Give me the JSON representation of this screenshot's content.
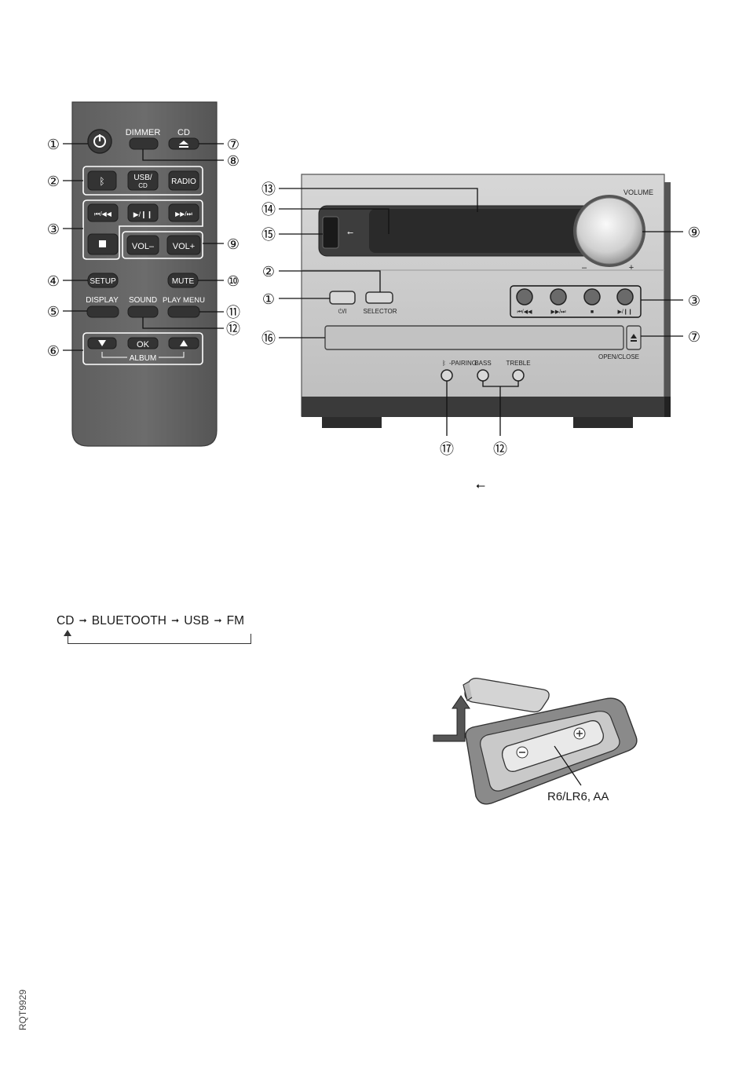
{
  "remote": {
    "buttons": {
      "dimmer": "DIMMER",
      "cd": "CD",
      "usb_cd_line1": "USB/",
      "usb_cd_line2": "CD",
      "radio": "RADIO",
      "vol_minus": "VOL–",
      "vol_plus": "VOL+",
      "setup": "SETUP",
      "mute": "MUTE",
      "display": "DISPLAY",
      "sound": "SOUND",
      "play_menu": "PLAY MENU",
      "ok": "OK",
      "album": "ALBUM"
    },
    "callouts": {
      "c1": "①",
      "c2": "②",
      "c3": "③",
      "c4": "④",
      "c5": "⑤",
      "c6": "⑥",
      "c7": "⑦",
      "c8": "⑧",
      "c9": "⑨",
      "c10": "⑩",
      "c11": "⑪",
      "c12": "⑫"
    }
  },
  "unit": {
    "labels": {
      "volume": "VOLUME",
      "minus": "–",
      "plus": "+",
      "power": "⏻/I",
      "selector": "SELECTOR",
      "skip_back": "⏮/◀◀",
      "skip_fwd": "▶▶/⏭",
      "stop": "■",
      "play_pause": "▶/❙❙",
      "open_close": "OPEN/CLOSE",
      "pairing": "-PAIRING",
      "bass": "BASS",
      "treble": "TREBLE"
    },
    "callouts": {
      "c13": "⑬",
      "c14": "⑭",
      "c15": "⑮",
      "c9": "⑨",
      "c2": "②",
      "c1": "①",
      "c3": "③",
      "c16": "⑯",
      "c7": "⑦",
      "c17": "⑰",
      "c12": "⑫"
    }
  },
  "usb_symbol": "⭠",
  "source_flow": {
    "items": [
      "CD",
      "BLUETOOTH",
      "USB",
      "FM"
    ],
    "arrow": "➞"
  },
  "battery": {
    "label": "R6/LR6, AA"
  },
  "doc_code": "RQT9929"
}
